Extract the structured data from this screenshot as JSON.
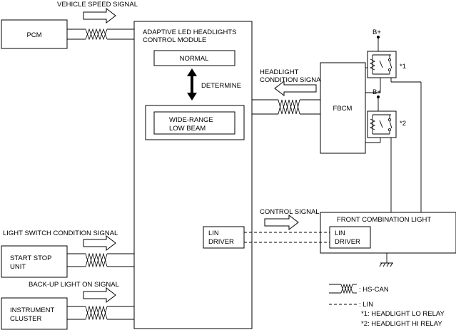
{
  "signals": {
    "vehicle_speed": "VEHICLE SPEED SIGNAL",
    "headlight_condition_line1": "HEADLIGHT",
    "headlight_condition_line2": "CONDITION SIGNAL",
    "control": "CONTROL SIGNAL",
    "light_switch": "LIGHT SWITCH CONDITION SIGNAL",
    "backup_light": "BACK-UP LIGHT ON SIGNAL"
  },
  "components": {
    "pcm": "PCM",
    "module_line1": "ADAPTIVE LED HEADLIGHTS",
    "module_line2": "CONTROL MODULE",
    "normal": "NORMAL",
    "determine": "DETERMINE",
    "wide_line1": "WIDE-RANGE",
    "wide_line2": "LOW BEAM",
    "fbcm": "FBCM",
    "lin_driver_line1": "LIN",
    "lin_driver_line2": "DRIVER",
    "front_combination": "FRONT COMBINATION LIGHT",
    "start_stop_line1": "START STOP",
    "start_stop_line2": "UNIT",
    "instrument_line1": "INSTRUMENT",
    "instrument_line2": "CLUSTER"
  },
  "relays": {
    "b_plus": "B+",
    "mark1": "*1",
    "mark2": "*2"
  },
  "legend": {
    "hs_can": ": HS-CAN",
    "lin": ": LIN",
    "note1": "*1: HEADLIGHT LO RELAY",
    "note2": "*2: HEADLIGHT HI RELAY"
  }
}
